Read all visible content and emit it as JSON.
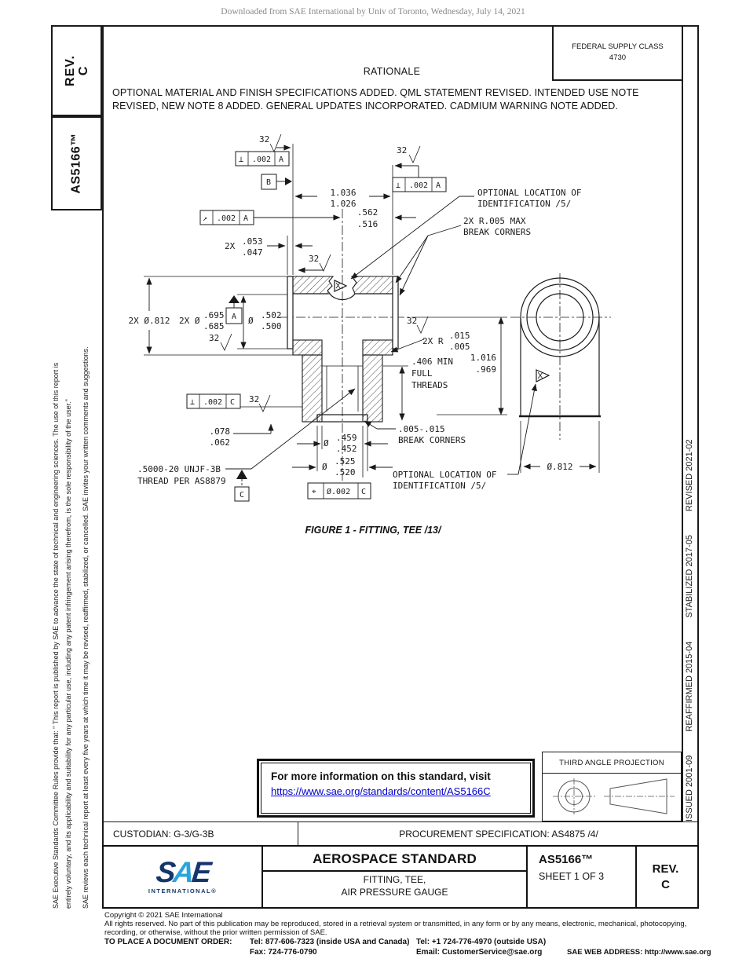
{
  "page": {
    "download_notice": "Downloaded from SAE International by Univ of Toronto, Wednesday, July 14, 2021"
  },
  "sidebar": {
    "rev_line1": "REV.",
    "rev_line2": "C",
    "doc_number": "AS5166™",
    "legal_line1": "SAE Executive Standards Committee Rules provide that: \" This report is published by SAE to advance the state of technical and engineering sciences. The use of this report is",
    "legal_line2": "entirely voluntary, and its applicability and suitability for any particular use, including any patent infringement arising therefrom, is the sole responsibility of the user.\"",
    "review_note": "SAE reviews each technical report at least every five years at which time it may be revised, reaffirmed, stabilized, or cancelled. SAE invites your written comments and suggestions."
  },
  "header": {
    "fsc_label": "FEDERAL SUPPLY CLASS",
    "fsc_value": "4730",
    "rationale_title": "RATIONALE",
    "rationale_line1": "OPTIONAL MATERIAL AND FINISH SPECIFICATIONS ADDED. QML STATEMENT REVISED. INTENDED USE NOTE",
    "rationale_line2": "REVISED, NEW NOTE 8 ADDED. GENERAL UPDATES INCORPORATED. CADMIUM WARNING NOTE ADDED."
  },
  "revision_strip": {
    "issued": "ISSUED 2001-09",
    "reaffirmed": "REAFFIRMED 2015-04",
    "stabilized": "STABILIZED 2017-05",
    "revised": "REVISED 2021-02"
  },
  "figure": {
    "caption": "FIGURE 1 - FITTING, TEE /13/"
  },
  "drawing": {
    "surface_finish": "32",
    "fcf": {
      "perp_sym": "⊥",
      "runout_sym": "↗",
      "pos_sym": "⌖",
      "tol_002": ".002",
      "tol_dia_002": "Ø.002",
      "datum_a": "A",
      "datum_b": "B",
      "datum_c": "C"
    },
    "dims": {
      "width_total_hi": "1.036",
      "width_total_lo": "1.026",
      "width_half_hi": ".562",
      "width_half_lo": ".516",
      "groove_qty": "2X",
      "groove_hi": ".053",
      "groove_lo": ".047",
      "od": "2X Ø.812",
      "thread_od_prefix": "2X Ø",
      "thread_od_hi": ".695",
      "thread_od_lo": ".685",
      "bore_prefix": "Ø",
      "bore_hi": ".502",
      "bore_lo": ".500",
      "radius2_prefix": "2X R",
      "radius2_hi": ".015",
      "radius2_lo": ".005",
      "thread_depth_1": ".406 MIN",
      "thread_depth_2": "FULL",
      "thread_depth_3": "THREADS",
      "height_hi": "1.016",
      "height_lo": ".969",
      "land_hi": ".078",
      "land_lo": ".062",
      "thread_spec_1": ".5000-20 UNJF-3B",
      "thread_spec_2": "THREAD PER AS8879",
      "minor_prefix": "Ø",
      "minor_hi": ".459",
      "minor_lo": ".452",
      "cbore_prefix": "Ø",
      "cbore_hi": ".525",
      "cbore_lo": ".520",
      "break1": ".005-.015",
      "break2": "BREAK CORNERS",
      "r005_1": "2X R.005 MAX",
      "r005_2": "BREAK CORNERS",
      "opt_id_1": "OPTIONAL LOCATION OF",
      "opt_id_2": "IDENTIFICATION /5/",
      "side_od": "Ø.812"
    }
  },
  "info_box": {
    "text": "For more information on this standard, visit",
    "link": "https://www.sae.org/standards/content/AS5166C"
  },
  "projection": {
    "label": "THIRD ANGLE PROJECTION"
  },
  "footer": {
    "custodian": "CUSTODIAN: G-3/G-3B",
    "procurement": "PROCUREMENT SPECIFICATION: AS4875 /4/",
    "standard_type": "AEROSPACE STANDARD",
    "title_line1": "FITTING, TEE,",
    "title_line2": "AIR PRESSURE GAUGE",
    "doc_number": "AS5166™",
    "sheet": "SHEET 1 OF 3",
    "rev_label": "REV.",
    "rev_value": "C",
    "logo_s": "S",
    "logo_a": "A",
    "logo_e": "E",
    "logo_sub": "INTERNATIONAL®"
  },
  "copyright": {
    "line1": "Copyright © 2021 SAE International",
    "line2": "All rights reserved. No part of this publication may be reproduced, stored in a retrieval system or transmitted, in any form or by any means, electronic, mechanical, photocopying,",
    "line3": "recording, or otherwise, without the prior written permission of SAE.",
    "order_label": "TO PLACE A DOCUMENT ORDER:",
    "tel_inside": "Tel: 877-606-7323 (inside USA and Canada)",
    "tel_outside": "Tel: +1 724-776-4970 (outside USA)",
    "fax": "Fax: 724-776-0790",
    "email": "Email: CustomerService@sae.org",
    "web": "SAE WEB ADDRESS: http://www.sae.org"
  }
}
